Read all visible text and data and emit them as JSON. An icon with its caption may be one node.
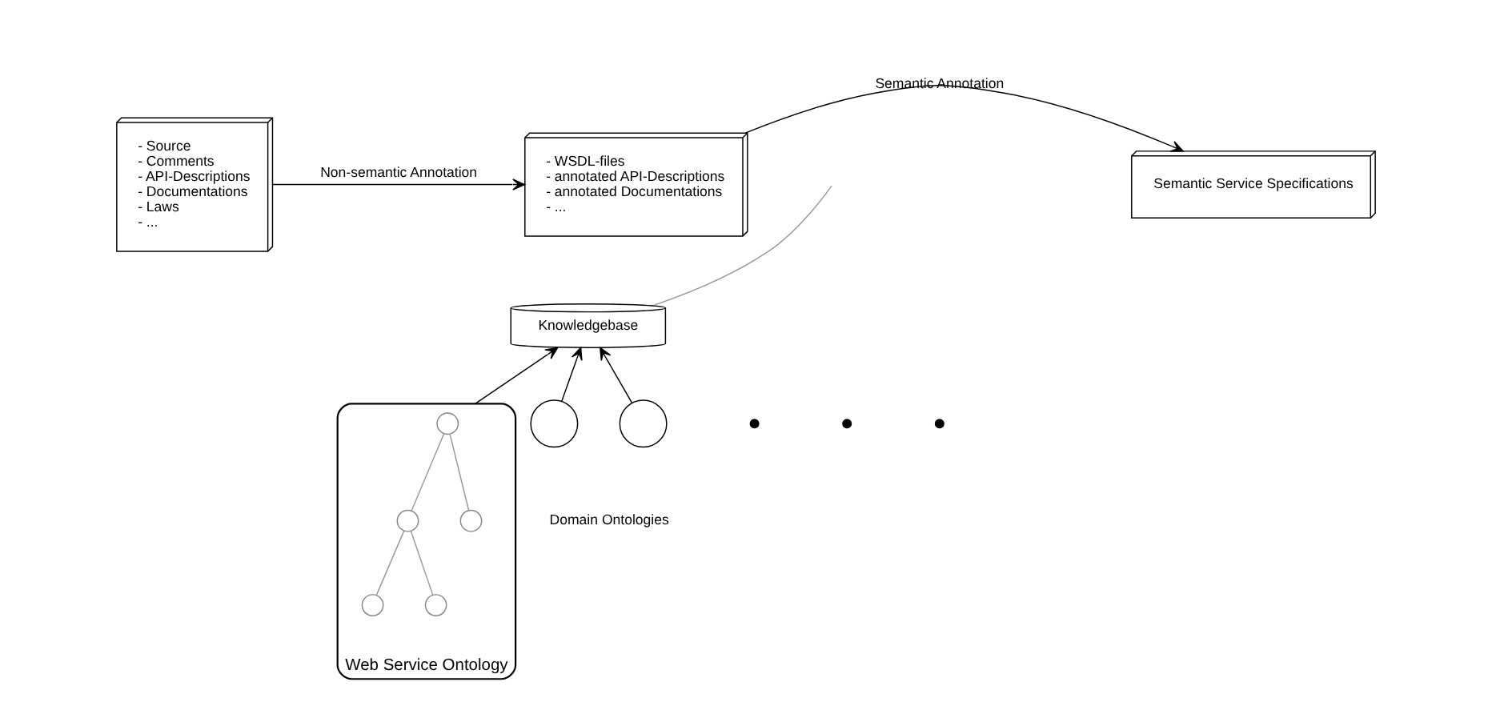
{
  "diagram": {
    "nodes": [
      {
        "text": [
          "- Source",
          "- Comments",
          "- API-Descriptions",
          "- Documentations",
          "- Laws",
          "- ..."
        ]
      },
      {
        "text": [
          "- WSDL-files",
          "- annotated API-Descriptions",
          "- annotated Documentations",
          "- ..."
        ]
      },
      {
        "text": [
          "Semantic Service Specifications"
        ]
      },
      {
        "text": [
          "Knowledgebase"
        ]
      },
      {
        "text": [
          "Web Service Ontology"
        ]
      },
      {
        "text": [],
        "shape": "circle"
      },
      {
        "text": [],
        "shape": "circle"
      },
      {
        "text": [],
        "shape": "circle",
        "in": 4
      },
      {
        "text": [],
        "shape": "circle",
        "in": 4
      },
      {
        "text": [],
        "shape": "circle",
        "in": 4
      },
      {
        "text": [],
        "shape": "circle",
        "in": 4
      },
      {
        "text": [],
        "shape": "circle",
        "in": 4
      }
    ],
    "edges": [
      {
        "from": 0,
        "to": 1,
        "arrow": "to",
        "label": "Non-semantic Annotation"
      },
      {
        "from": 1,
        "to": 2,
        "arrow": "to",
        "label": "Semantic Annotation"
      },
      {
        "from": 3,
        "to": null,
        "arrow": "none",
        "color": "#999999"
      },
      {
        "from": 4,
        "to": 3,
        "arrow": "to"
      },
      {
        "from": 5,
        "to": 3,
        "arrow": "to"
      },
      {
        "from": 6,
        "to": 3,
        "arrow": "to"
      },
      {
        "from": 7,
        "to": 8,
        "arrow": "none",
        "color": "#999999"
      },
      {
        "from": 7,
        "to": 9,
        "arrow": "none",
        "color": "#999999"
      },
      {
        "from": 8,
        "to": 10,
        "arrow": "none",
        "color": "#999999"
      },
      {
        "from": 8,
        "to": 11,
        "arrow": "none",
        "color": "#999999"
      }
    ],
    "labels": [
      "Domain Ontologies"
    ]
  }
}
